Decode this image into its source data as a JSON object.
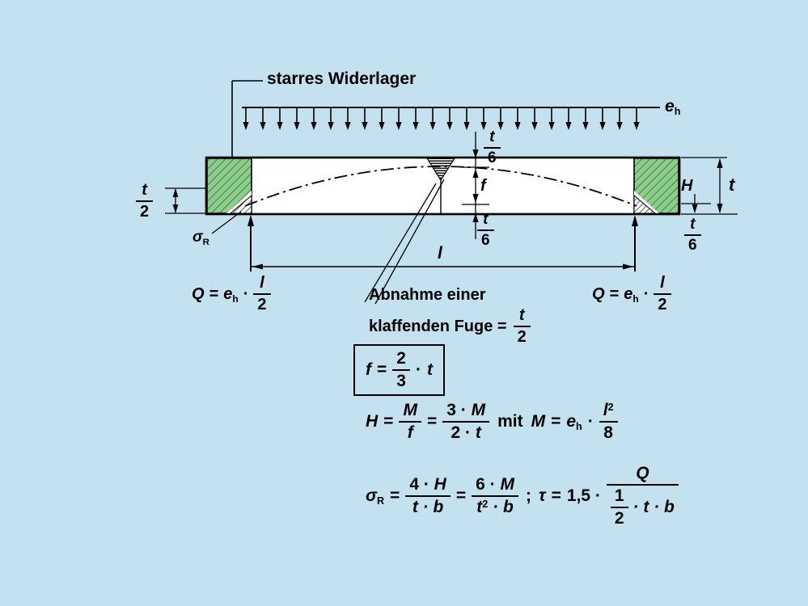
{
  "page": {
    "background": "#c4e1ef",
    "abutment_green": "#8ccd8b"
  },
  "diagram": {
    "abutment_label": "starres Widerlager",
    "load": {
      "base": "e",
      "sub": "h"
    },
    "dims": {
      "t6": {
        "num": "t",
        "den": "6"
      },
      "t2": {
        "num": "t",
        "den": "2"
      },
      "t": "t",
      "H": "H",
      "f": "f",
      "span": "l"
    },
    "sigma": {
      "base": "σ",
      "sub": "R"
    },
    "reaction": {
      "lhs": "Q",
      "eq": "=",
      "base": "e",
      "sub": "h",
      "dot": "·",
      "num": "l",
      "den": "2"
    },
    "gap_note": {
      "line1": "Abnahme einer",
      "line2": "klaffenden Fuge =",
      "num": "t",
      "den": "2"
    }
  },
  "formulas": {
    "f_box": {
      "lhs": "f",
      "eq": "=",
      "num": "2",
      "den": "3",
      "dot": "·",
      "var": "t"
    },
    "h_eq": {
      "lhs": "H",
      "eq1": "=",
      "f1": {
        "num": "M",
        "den": "f"
      },
      "eq2": "=",
      "f2": {
        "num_coef": "3 ·",
        "num_var": "M",
        "den_coef": "2 ·",
        "den_var": "t"
      },
      "mit": "mit",
      "m_var": "M",
      "m_eq": "=",
      "m_base": "e",
      "m_sub": "h",
      "m_dot": "·",
      "f3": {
        "num_var": "l",
        "num_sup": "2",
        "den": "8"
      }
    },
    "stress_eq": {
      "lhs_base": "σ",
      "lhs_sub": "R",
      "eq1": "=",
      "f1": {
        "num_coef": "4 ·",
        "num_var": "H",
        "den": "t · b"
      },
      "eq2": "=",
      "f2": {
        "num_coef": "6 ·",
        "num_var": "M",
        "den_var": "t",
        "den_sup": "2",
        "den_rest": "· b"
      },
      "semi": ";",
      "tau": "τ",
      "tau_eq": "=",
      "tau_coef": "1,5 ·",
      "f3": {
        "num": "Q",
        "den_num": "1",
        "den_den": "2",
        "den_rest": "· t · b"
      }
    }
  }
}
